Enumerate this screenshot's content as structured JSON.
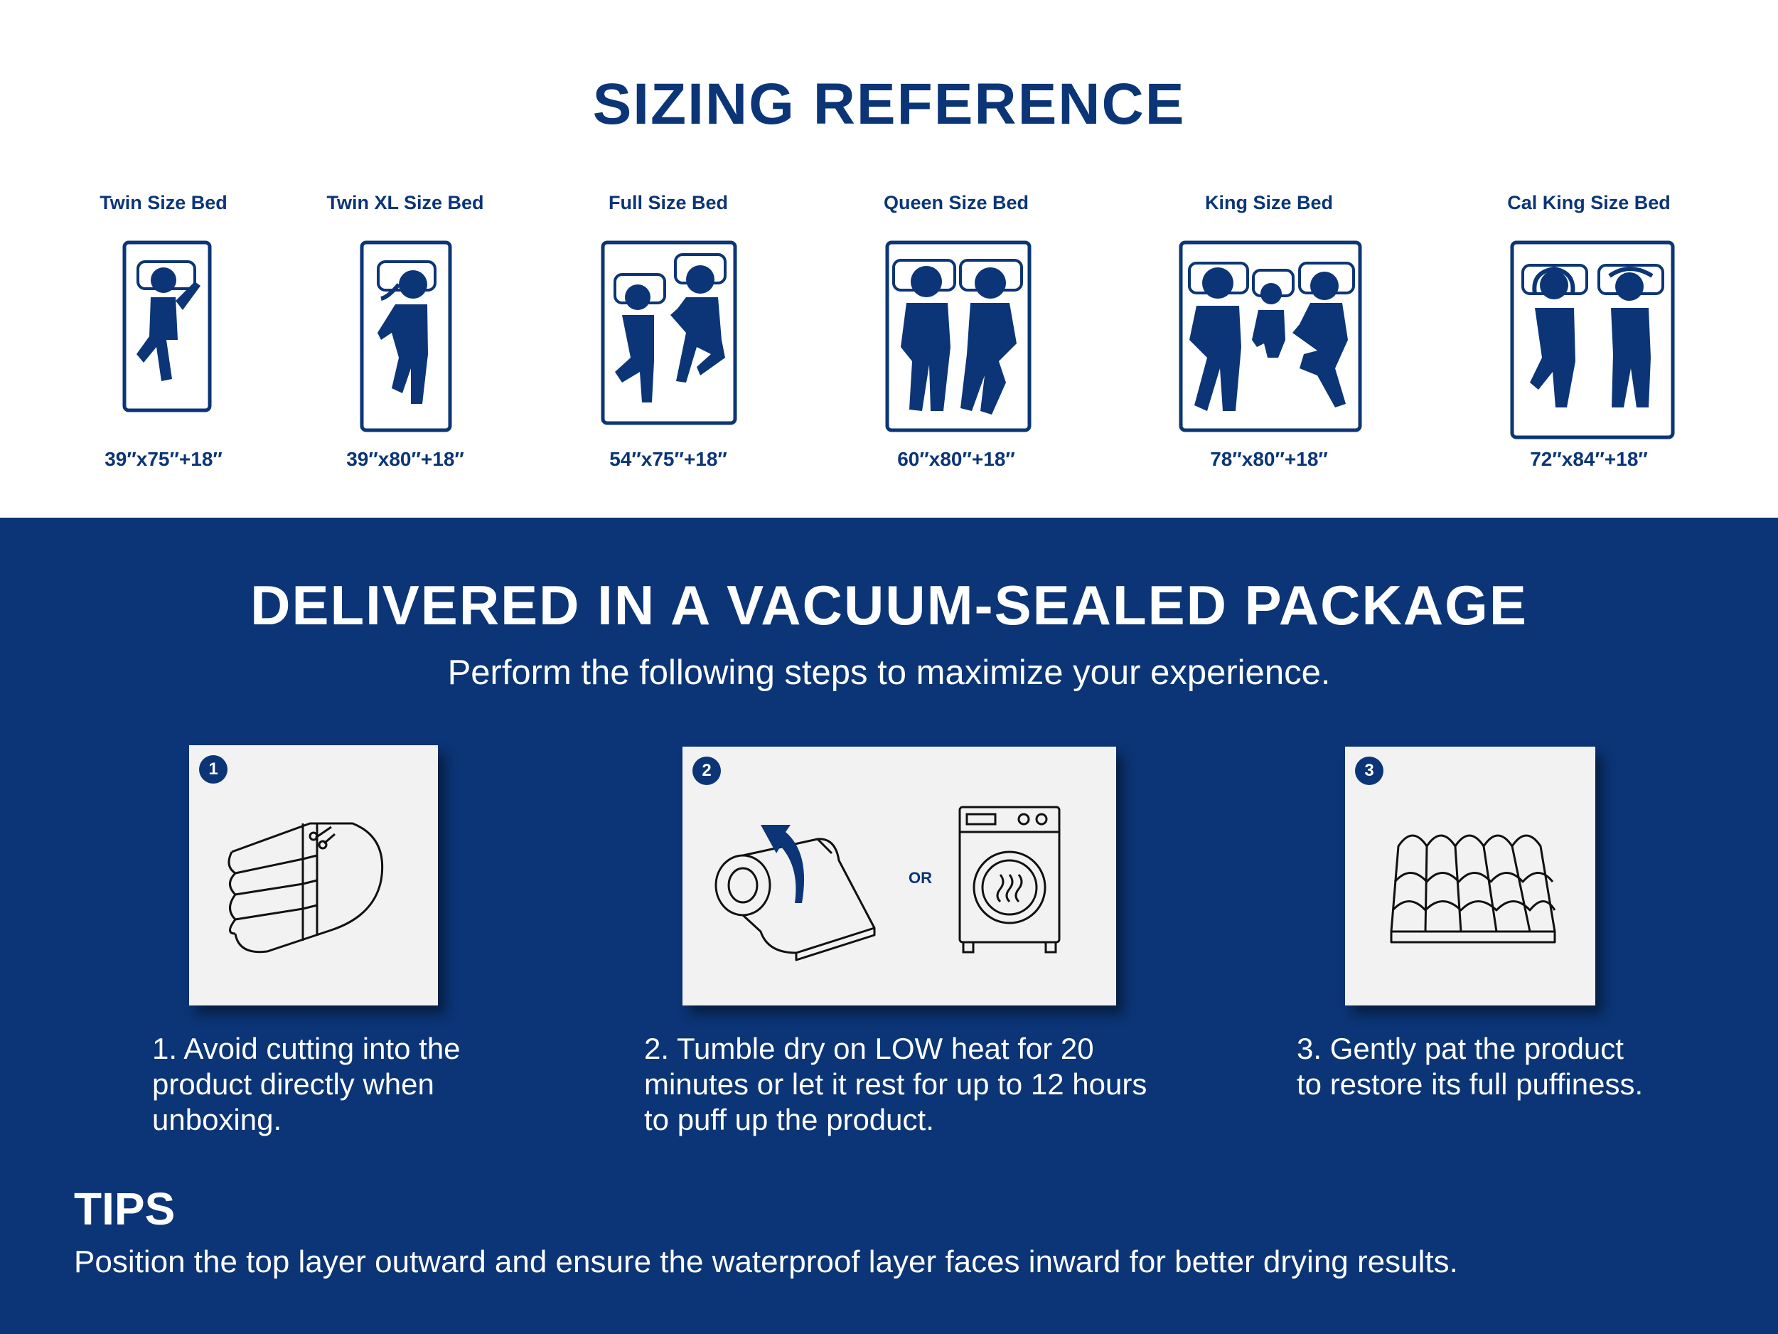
{
  "sizing": {
    "title": "SIZING REFERENCE",
    "beds": [
      {
        "name": "Twin Size Bed",
        "dims": "39″x75″+18″"
      },
      {
        "name": "Twin XL Size Bed",
        "dims": "39″x80″+18″"
      },
      {
        "name": "Full Size Bed",
        "dims": "54″x75″+18″"
      },
      {
        "name": "Queen Size Bed",
        "dims": "60″x80″+18″"
      },
      {
        "name": "King Size Bed",
        "dims": "78″x80″+18″"
      },
      {
        "name": "Cal King Size Bed",
        "dims": "72″x84″+18″"
      }
    ]
  },
  "delivery": {
    "title": "DELIVERED IN A VACUUM-SEALED PACKAGE",
    "subtitle": "Perform the following steps to maximize your experience.",
    "or_label": "OR",
    "steps": [
      {
        "num": "1",
        "lines": [
          "1. Avoid cutting into the",
          "product directly when",
          "unboxing."
        ]
      },
      {
        "num": "2",
        "lines": [
          "2. Tumble dry on LOW heat for 20",
          "minutes or let it rest for up to 12 hours",
          "to puff up the product."
        ]
      },
      {
        "num": "3",
        "lines": [
          "3. Gently pat the product",
          "to restore its full puffiness."
        ]
      }
    ]
  },
  "tips": {
    "heading": "TIPS",
    "text": "Position the top layer outward and ensure the waterproof layer faces inward for better drying results."
  },
  "colors": {
    "brand_navy": "#0b3576",
    "card_bg": "#f2f2f2",
    "white": "#ffffff"
  }
}
